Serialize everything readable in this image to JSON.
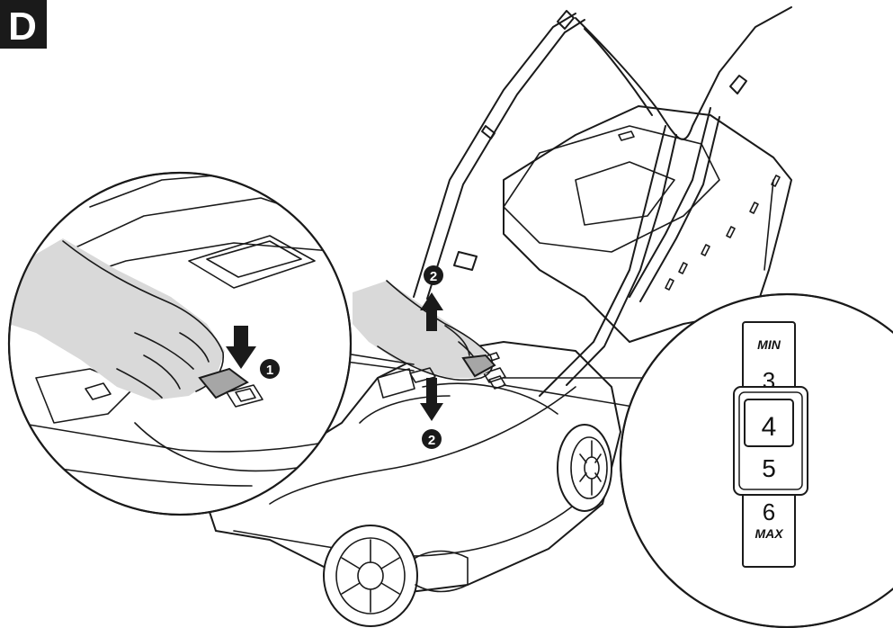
{
  "figure_label": "D",
  "callouts": {
    "step_1": "1",
    "step_2_up": "2",
    "step_2_down": "2"
  },
  "height_scale": {
    "min_label": "MIN",
    "max_label": "MAX",
    "values": [
      "3",
      "4",
      "5",
      "6"
    ],
    "selected": "4"
  }
}
